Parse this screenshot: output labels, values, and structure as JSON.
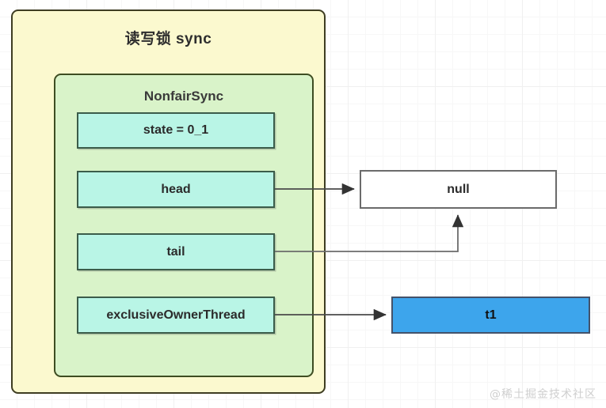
{
  "diagram": {
    "outer": {
      "title": "读写锁 sync",
      "fill_color": "#fbf9cf",
      "border_color": "#3e3d22"
    },
    "inner": {
      "title": "NonfairSync",
      "fill_color": "#d9f3c9",
      "border_color": "#3e4d22"
    },
    "fields": [
      {
        "label": "state = 0_1"
      },
      {
        "label": "head"
      },
      {
        "label": "tail"
      },
      {
        "label": "exclusiveOwnerThread"
      }
    ],
    "field_style": {
      "fill_color": "#b9f5e6",
      "border_color": "#3b5c4a"
    },
    "targets": [
      {
        "label": "null",
        "fill_color": "#ffffff",
        "border_color": "#6b6b6b"
      },
      {
        "label": "t1",
        "fill_color": "#3da5ec",
        "border_color": "#44526a"
      }
    ],
    "connectors": [
      {
        "from": "head",
        "to": "null",
        "style": "straight-arrow"
      },
      {
        "from": "tail",
        "to": "null",
        "style": "elbow-arrow-up"
      },
      {
        "from": "exclusiveOwnerThread",
        "to": "t1",
        "style": "straight-arrow"
      }
    ],
    "watermark": "@稀土掘金技术社区"
  }
}
